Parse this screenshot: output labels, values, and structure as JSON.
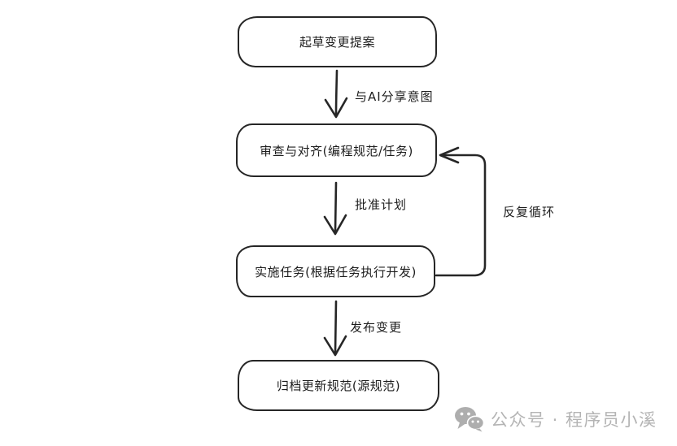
{
  "diagram": {
    "type": "flowchart",
    "style": "hand-drawn",
    "stroke_color": "#262626",
    "background_color": "#ffffff",
    "nodes": [
      {
        "id": "draft",
        "label": "起草变更提案"
      },
      {
        "id": "review",
        "label": "审查与对齐(编程规范/任务)"
      },
      {
        "id": "implement",
        "label": "实施任务(根据任务执行开发)"
      },
      {
        "id": "archive",
        "label": "归档更新规范(源规范)"
      }
    ],
    "edges": [
      {
        "from": "draft",
        "to": "review",
        "label": "与AI分享意图"
      },
      {
        "from": "review",
        "to": "implement",
        "label": "批准计划"
      },
      {
        "from": "implement",
        "to": "archive",
        "label": "发布变更"
      },
      {
        "from": "implement",
        "to": "review",
        "label": "反复循环"
      }
    ]
  },
  "watermark": {
    "icon": "wechat-icon",
    "text": "公众号 · 程序员小溪",
    "color": "#b4b4b4"
  }
}
